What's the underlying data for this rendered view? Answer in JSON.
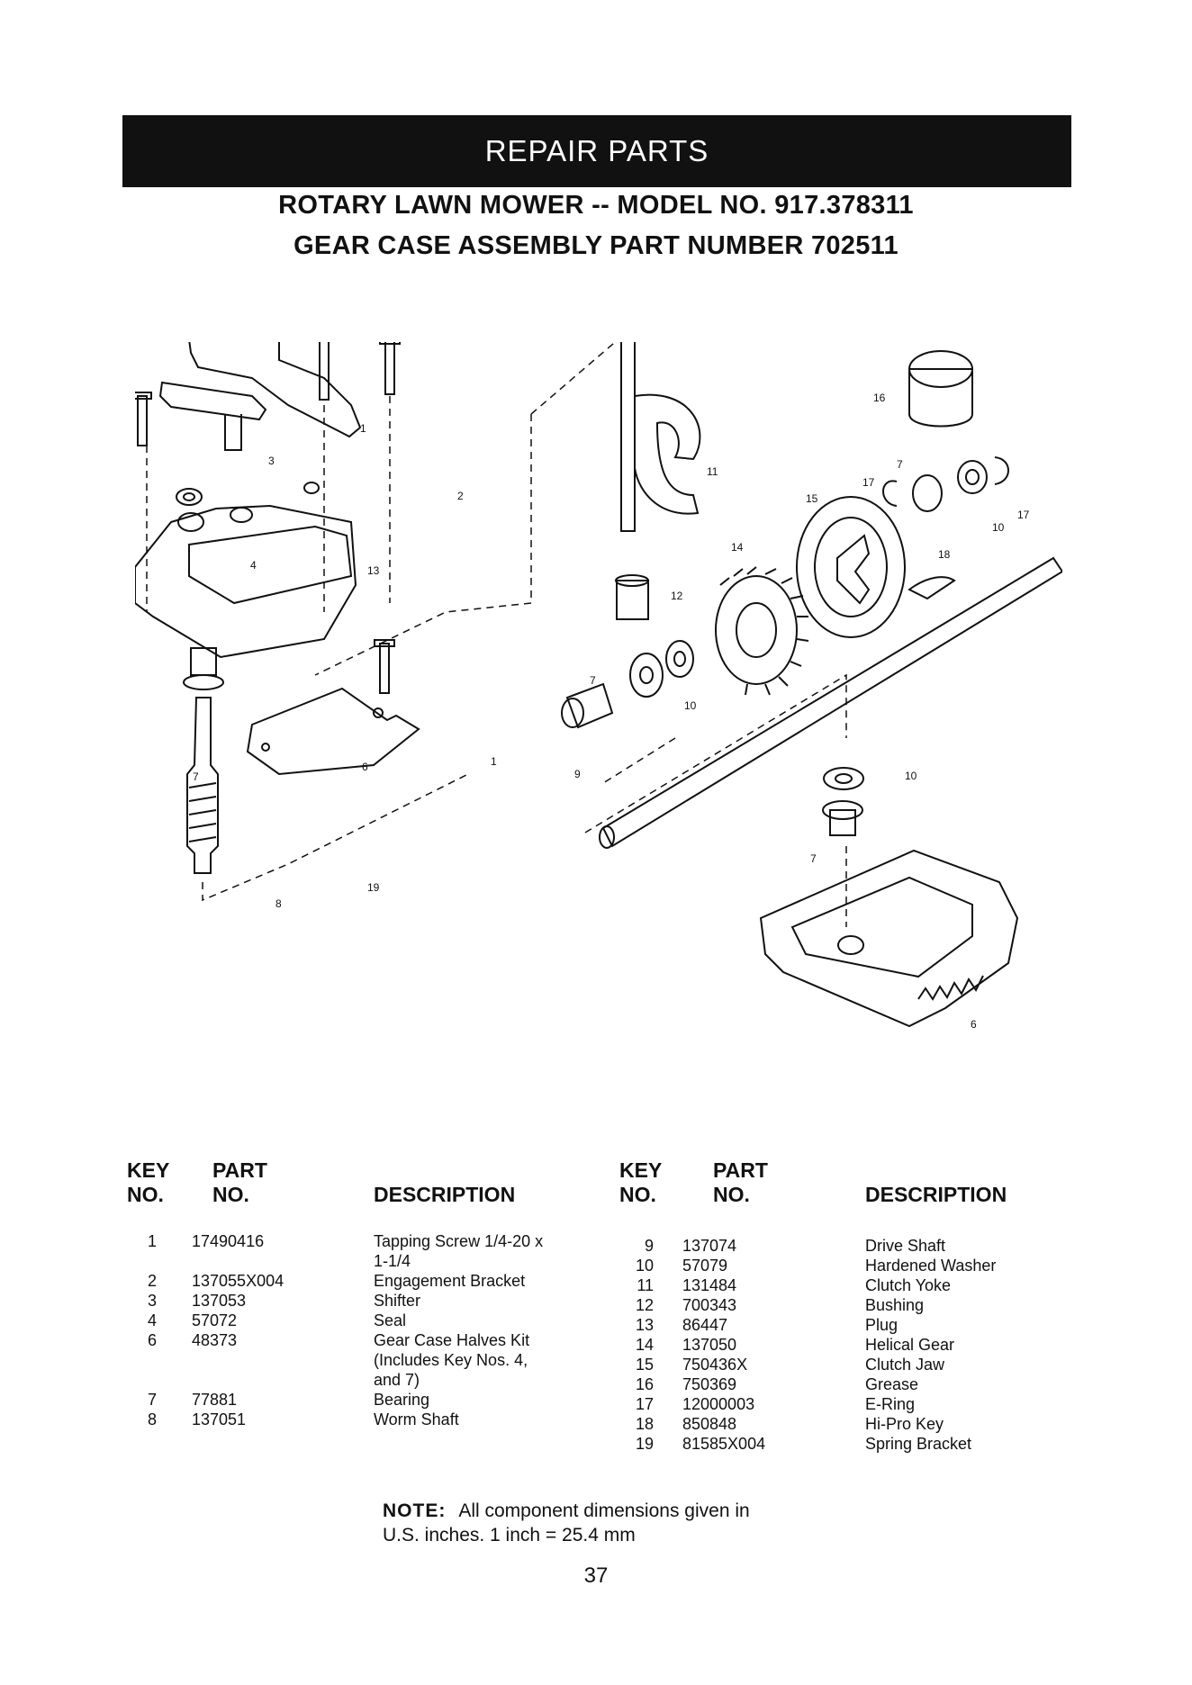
{
  "banner_title": "REPAIR PARTS",
  "heading_line1": "ROTARY LAWN MOWER -- MODEL NO. 917.378311",
  "heading_line2": "GEAR CASE ASSEMBLY PART NUMBER  702511",
  "callouts": [
    "1",
    "2",
    "3",
    "4",
    "6",
    "7",
    "8",
    "9",
    "10",
    "11",
    "12",
    "13",
    "14",
    "15",
    "16",
    "17",
    "18",
    "19"
  ],
  "table_headers": {
    "key_line1": "KEY",
    "key_line2": "NO.",
    "part_line1": "PART",
    "part_line2": "NO.",
    "description": "DESCRIPTION"
  },
  "parts_left": [
    {
      "key": "1",
      "part": "17490416",
      "desc": [
        "Tapping Screw 1/4-20 x",
        "1-1/4"
      ]
    },
    {
      "key": "2",
      "part": "137055X004",
      "desc": [
        "Engagement Bracket"
      ]
    },
    {
      "key": "3",
      "part": "137053",
      "desc": [
        "Shifter"
      ]
    },
    {
      "key": "4",
      "part": "57072",
      "desc": [
        "Seal"
      ]
    },
    {
      "key": "6",
      "part": "48373",
      "desc": [
        "Gear Case Halves Kit",
        "(Includes Key Nos. 4,",
        "and 7)"
      ]
    },
    {
      "key": "7",
      "part": "77881",
      "desc": [
        "Bearing"
      ]
    },
    {
      "key": "8",
      "part": "137051",
      "desc": [
        "Worm Shaft"
      ]
    }
  ],
  "parts_right": [
    {
      "key": "9",
      "part": "137074",
      "desc": "Drive Shaft"
    },
    {
      "key": "10",
      "part": "57079",
      "desc": "Hardened Washer"
    },
    {
      "key": "11",
      "part": "131484",
      "desc": "Clutch Yoke"
    },
    {
      "key": "12",
      "part": "700343",
      "desc": "Bushing"
    },
    {
      "key": "13",
      "part": "86447",
      "desc": "Plug"
    },
    {
      "key": "14",
      "part": "137050",
      "desc": "Helical Gear"
    },
    {
      "key": "15",
      "part": "750436X",
      "desc": "Clutch Jaw"
    },
    {
      "key": "16",
      "part": "750369",
      "desc": "Grease"
    },
    {
      "key": "17",
      "part": "12000003",
      "desc": "E-Ring"
    },
    {
      "key": "18",
      "part": "850848",
      "desc": "Hi-Pro Key"
    },
    {
      "key": "19",
      "part": "81585X004",
      "desc": "Spring Bracket"
    }
  ],
  "note_label": "NOTE:",
  "note_line1": "All component dimensions given in",
  "note_line2": "U.S. inches. 1 inch = 25.4 mm",
  "page_number": "37"
}
